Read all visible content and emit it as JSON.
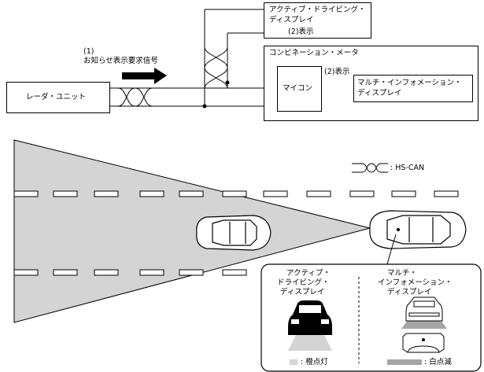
{
  "blocks": {
    "radar": "レーダ・ユニット",
    "adp_line1": "アクティブ・ドライビング・",
    "adp_line2": "ディスプレイ",
    "adp_display_note": "(2)表示",
    "cluster": "コンビネーション・メータ",
    "micom": "マイコン",
    "mid_display_note": "(2)表示",
    "mid_line1": "マルチ・インフォメーション・",
    "mid_line2": "ディスプレイ"
  },
  "signal": {
    "number": "(1)",
    "label": "お知らせ表示要求信号"
  },
  "legend": {
    "hscan": ": HS-CAN"
  },
  "inset": {
    "left_line1": "アクティブ・",
    "left_line2": "ドライビング・",
    "left_line3": "ディスプレイ",
    "right_line1": "マルチ・",
    "right_line2": "インフォメーション・",
    "right_line3": "ディスプレイ",
    "legend_orange": ": 橙点灯",
    "legend_white": ": 白点滅"
  },
  "colors": {
    "gray_fill": "#d4d4d4",
    "dark_gray": "#a6a6a6",
    "black": "#000000"
  }
}
